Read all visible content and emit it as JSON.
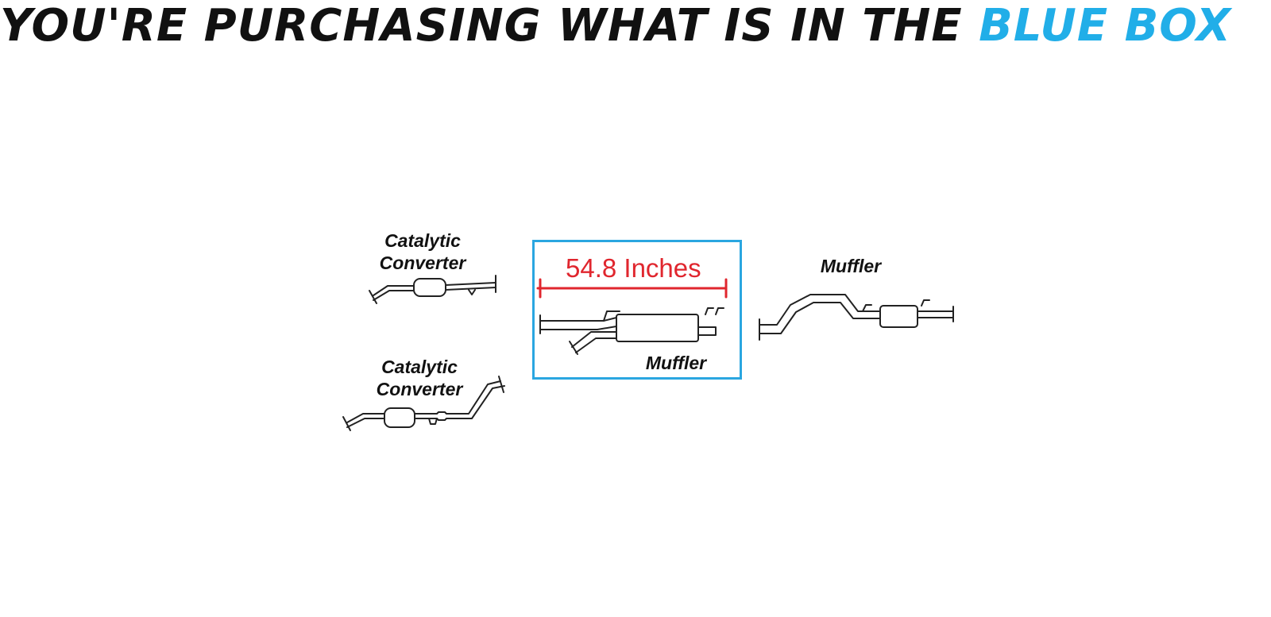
{
  "headline": {
    "prefix": "YOU'RE PURCHASING WHAT IS IN THE",
    "highlight": "BLUE BOX"
  },
  "diagram": {
    "label_cat1_line1": "Catalytic",
    "label_cat1_line2": "Converter",
    "label_cat2_line1": "Catalytic",
    "label_cat2_line2": "Converter",
    "dimension": "54.8 Inches",
    "label_muffler_center": "Muffler",
    "label_muffler_right": "Muffler"
  },
  "colors": {
    "highlight_blue": "#21aee8",
    "box_border": "#2aa6e0",
    "dimension_red": "#e0262e"
  }
}
